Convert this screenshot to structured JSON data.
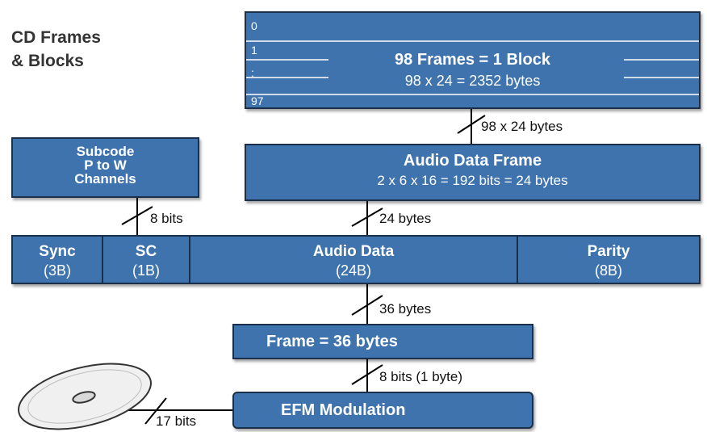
{
  "title_line1": "CD Frames",
  "title_line2": "& Blocks",
  "block": {
    "rows": [
      "0",
      "1",
      ":",
      "97"
    ],
    "title": "98 Frames = 1 Block",
    "subtitle": "98 x 24 = 2352 bytes"
  },
  "block_link_label": "98 x 24 bytes",
  "audio_frame": {
    "title": "Audio Data Frame",
    "subtitle": "2 x 6 x 16 = 192 bits = 24 bytes"
  },
  "subcode": {
    "line1": "Subcode",
    "line2": "P to W",
    "line3": "Channels"
  },
  "subcode_link_label": "8 bits",
  "audio_link_label": "24 bytes",
  "frame_fields": [
    {
      "name": "Sync",
      "size": "(3B)"
    },
    {
      "name": "SC",
      "size": "(1B)"
    },
    {
      "name": "Audio Data",
      "size": "(24B)"
    },
    {
      "name": "Parity",
      "size": "(8B)"
    }
  ],
  "frame_link_label": "36 bytes",
  "frame36": {
    "label": "Frame = 36 bytes"
  },
  "efm_link_label": "8 bits (1 byte)",
  "efm": {
    "label": "EFM Modulation"
  },
  "disc_link_label": "17 bits",
  "colors": {
    "box": "#3f73ad",
    "border": "#1c2f4a",
    "text": "#ffffff"
  }
}
